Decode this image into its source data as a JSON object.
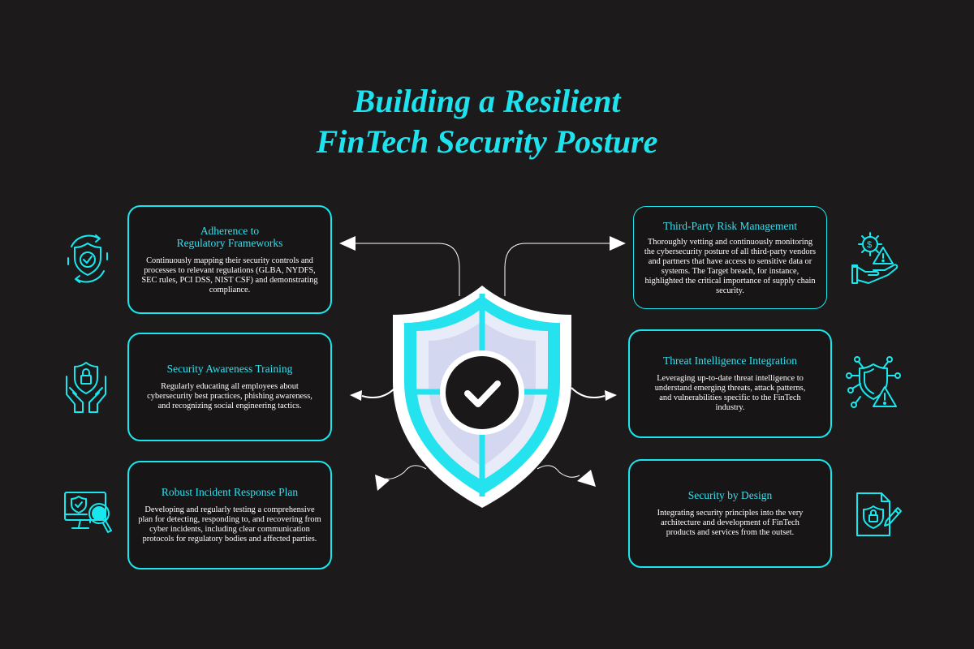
{
  "title": {
    "line1": "Building a Resilient",
    "line2": "FinTech Security Posture"
  },
  "colors": {
    "background": "#1c1a1a",
    "accent": "#18e8ee",
    "title": "#1ee3ee",
    "card_title": "#33e0f0",
    "text": "#ffffff"
  },
  "cards": {
    "regulatory": {
      "title": "Adherence to\nRegulatory Frameworks",
      "body": "Continuously mapping their security controls and processes to relevant regulations (GLBA, NYDFS, SEC rules, PCI DSS, NIST CSF) and demonstrating compliance.",
      "icon": "shield-check-cycle-icon"
    },
    "awareness": {
      "title": "Security Awareness Training",
      "body": "Regularly educating all employees about cybersecurity best practices, phishing awareness, and recognizing social engineering tactics.",
      "icon": "hands-shield-lock-icon"
    },
    "incident": {
      "title": "Robust Incident Response Plan",
      "body": "Developing and regularly testing a comprehensive plan for detecting, responding to, and recovering from cyber incidents, including clear communication protocols for regulatory bodies and affected parties.",
      "icon": "monitor-shield-magnifier-icon"
    },
    "third_party": {
      "title": "Third-Party Risk Management",
      "body": "Thoroughly vetting and continuously monitoring the cybersecurity posture of all third-party vendors and partners that have access to sensitive data or systems. The Target breach, for instance, highlighted the critical importance of supply chain security.",
      "icon": "hand-gear-risk-icon"
    },
    "threat_intel": {
      "title": "Threat Intelligence Integration",
      "body": "Leveraging up-to-date threat intelligence to understand emerging threats, attack patterns, and vulnerabilities specific to the FinTech industry.",
      "icon": "shield-network-warning-icon"
    },
    "by_design": {
      "title": "Security by Design",
      "body": "Integrating security principles into the very architecture and development of FinTech products and services from the outset.",
      "icon": "document-lock-pen-icon"
    }
  },
  "center": {
    "icon": "shield-checkmark-icon"
  }
}
